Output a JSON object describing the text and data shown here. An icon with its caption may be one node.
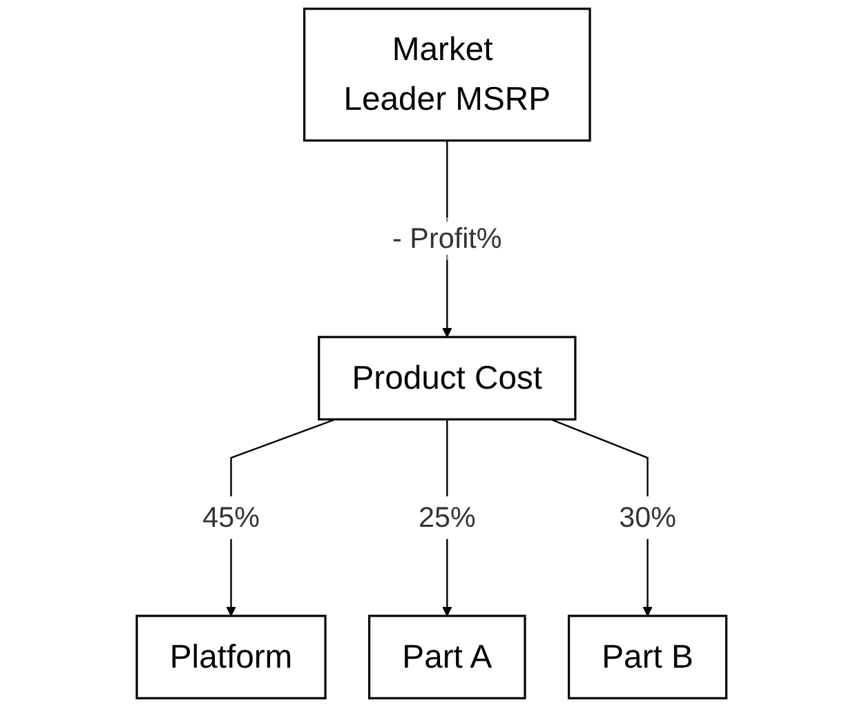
{
  "diagram": {
    "nodes": [
      {
        "text": [
          "Market Leader MSRP"
        ]
      },
      {
        "text": [
          "Product Cost"
        ]
      },
      {
        "text": [
          "Platform"
        ]
      },
      {
        "text": [
          "Part A"
        ]
      },
      {
        "text": [
          "Part B"
        ]
      }
    ],
    "edges": [
      {
        "from": 0,
        "to": 1,
        "arrow": "to",
        "label": "- Profit%"
      },
      {
        "from": 1,
        "to": 2,
        "arrow": "to",
        "label": "45%"
      },
      {
        "from": 1,
        "to": 3,
        "arrow": "to",
        "label": "25%"
      },
      {
        "from": 1,
        "to": 4,
        "arrow": "to",
        "label": "30%"
      }
    ]
  }
}
